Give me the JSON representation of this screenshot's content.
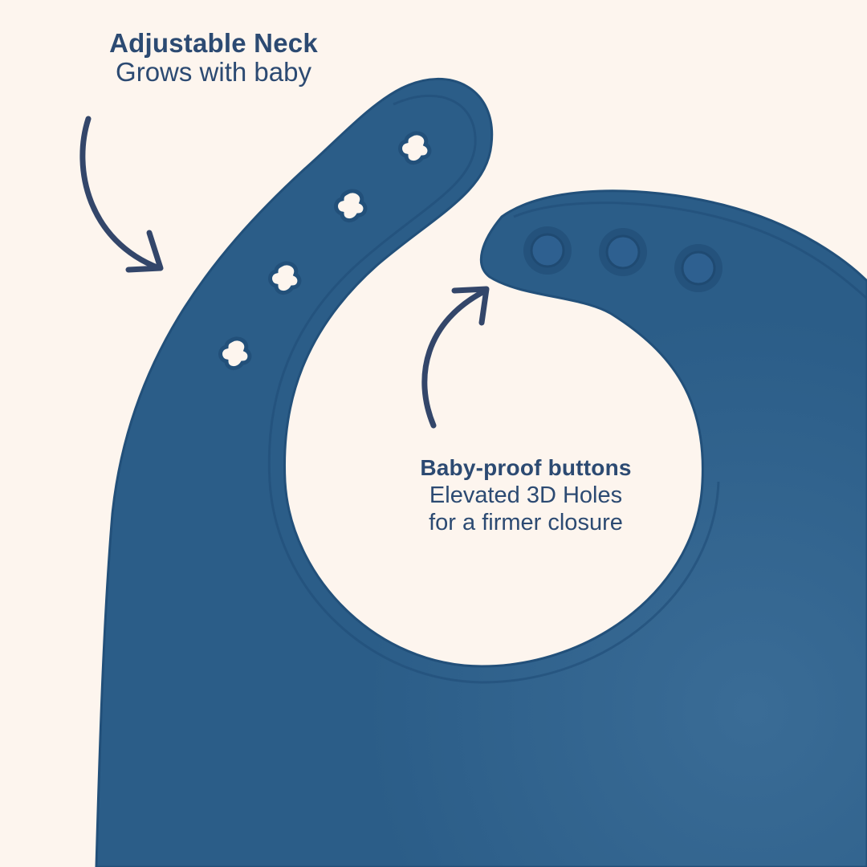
{
  "product": {
    "name": "silicone baby bib",
    "colors": {
      "background": "#fdf5ee",
      "bib": "#2b5d88",
      "bib_highlight": "#3a6c96",
      "rim": "#22507a",
      "text": "#2c4a72",
      "arrow": "#33466a"
    }
  },
  "callouts": {
    "neck": {
      "title": "Adjustable Neck",
      "subtitle": "Grows with baby",
      "arrow_icon": "curved-arrow-icon"
    },
    "buttons": {
      "title": "Baby-proof buttons",
      "line1": "Elevated 3D Holes",
      "line2": "for a firmer closure",
      "arrow_icon": "curved-arrow-icon"
    }
  },
  "details": {
    "strap_hole_count": 4,
    "button_count": 3
  }
}
